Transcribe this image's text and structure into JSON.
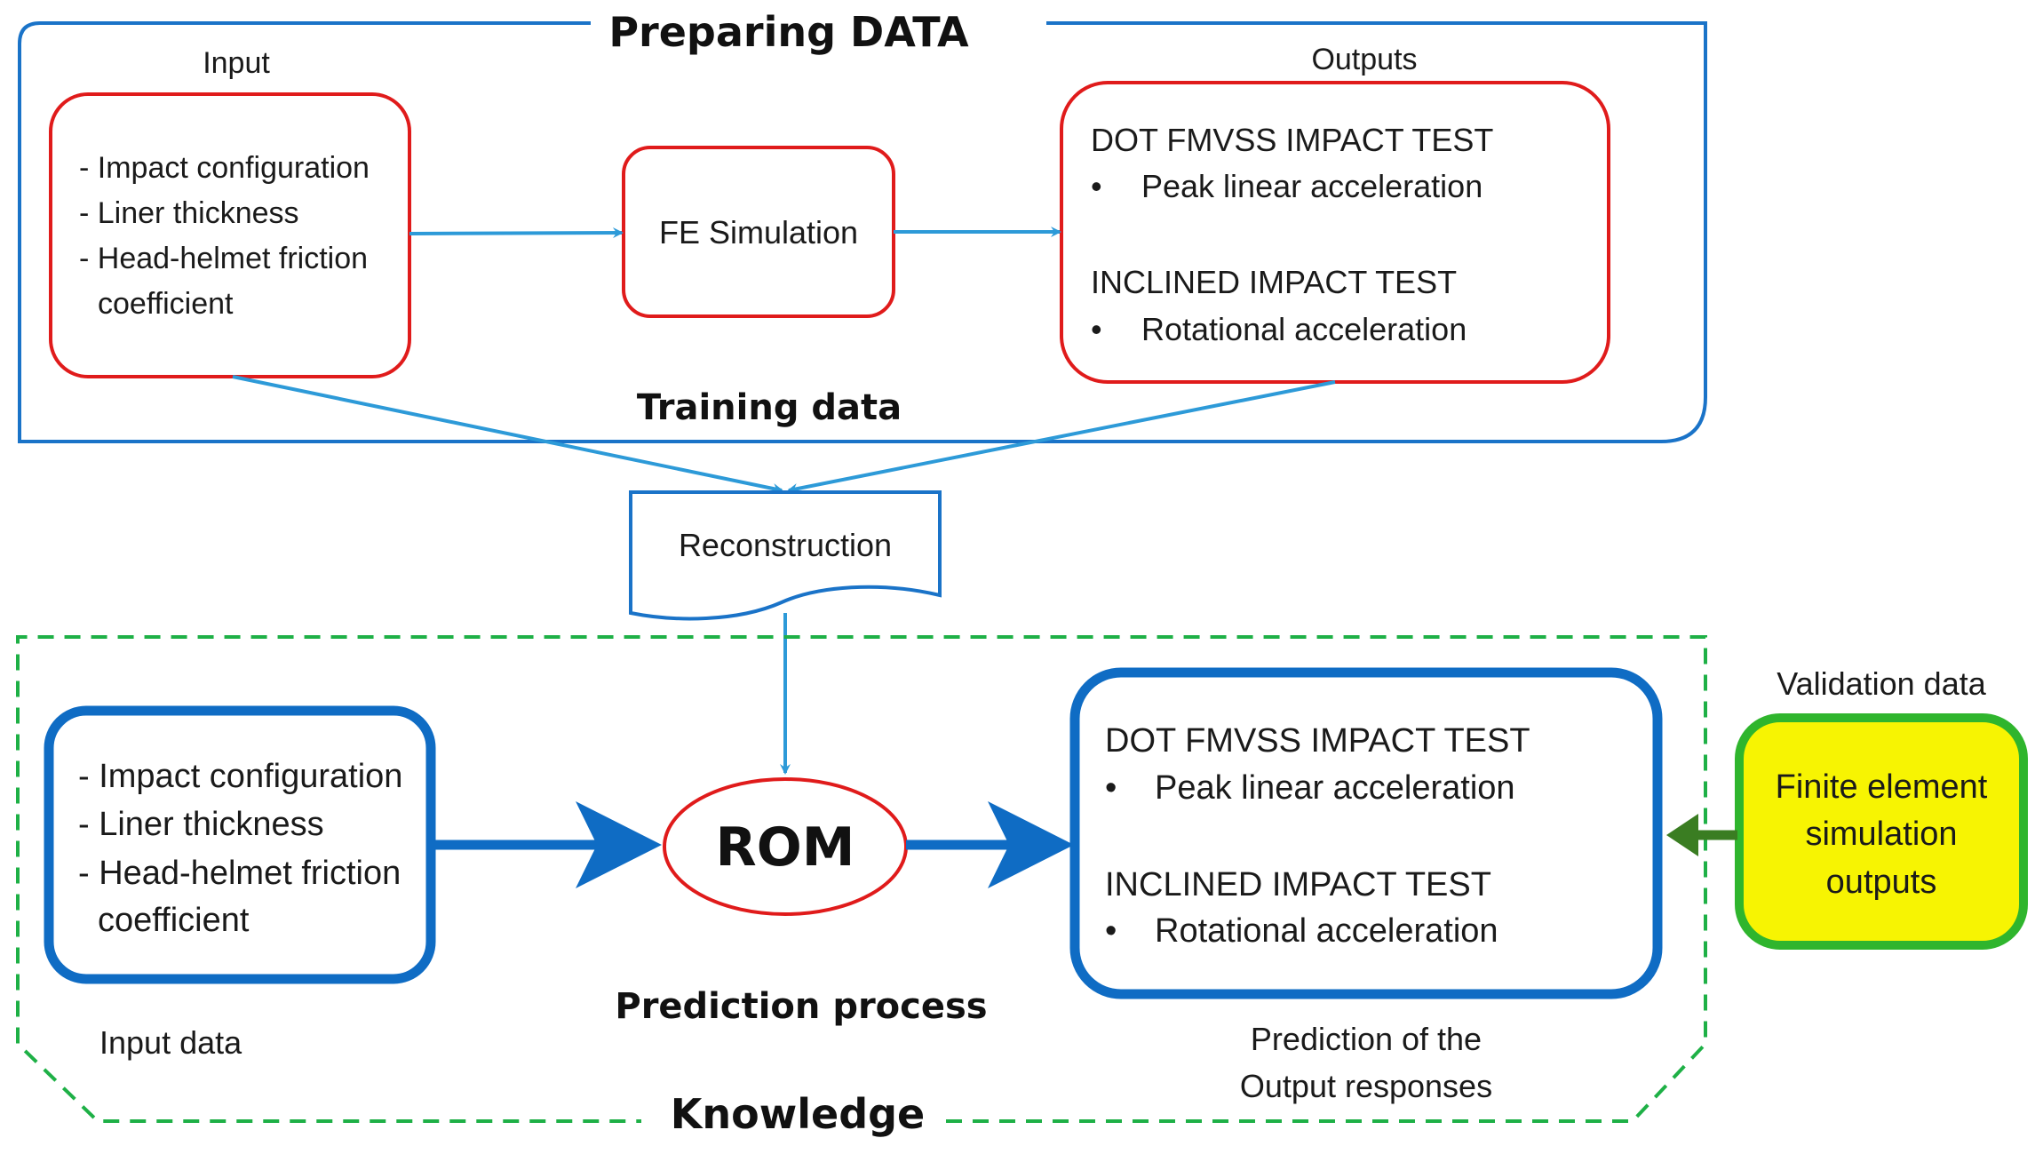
{
  "colors": {
    "section_blue": "#1a73c8",
    "box_red": "#e01b1b",
    "arrow_light_blue": "#2d9ad8",
    "arrow_dark_blue": "#0f6cc4",
    "dashed_green": "#1eb046",
    "validation_border": "#2fb52d",
    "validation_fill": "#f7f402",
    "arrow_green": "#3a7d22"
  },
  "preparing": {
    "title": "Preparing DATA",
    "input_label": "Input",
    "outputs_label": "Outputs",
    "training_label": "Training data",
    "input_box": {
      "line1": "- Impact configuration",
      "line2": "- Liner thickness",
      "line3": "- Head-helmet friction",
      "line4": "coefficient"
    },
    "fe_box": "FE Simulation",
    "outputs_box": {
      "heading1": "DOT FMVSS IMPACT TEST",
      "item1": "Peak linear acceleration",
      "heading2": "INCLINED IMPACT TEST",
      "item2": "Rotational acceleration",
      "bullet": "•"
    }
  },
  "reconstruction": "Reconstruction",
  "knowledge": {
    "title": "Knowledge",
    "prediction_label": "Prediction process",
    "input_data_label": "Input data",
    "input_box": {
      "line1": "- Impact configuration",
      "line2": "- Liner thickness",
      "line3": "- Head-helmet friction",
      "line4": "coefficient"
    },
    "rom": "ROM",
    "prediction_box": {
      "heading1": "DOT FMVSS IMPACT TEST",
      "item1": "Peak linear acceleration",
      "heading2": "INCLINED IMPACT TEST",
      "item2": "Rotational acceleration",
      "bullet": "•"
    },
    "prediction_caption_line1": "Prediction of the",
    "prediction_caption_line2": "Output responses"
  },
  "validation": {
    "label": "Validation data",
    "line1": "Finite element",
    "line2": "simulation",
    "line3": "outputs"
  }
}
